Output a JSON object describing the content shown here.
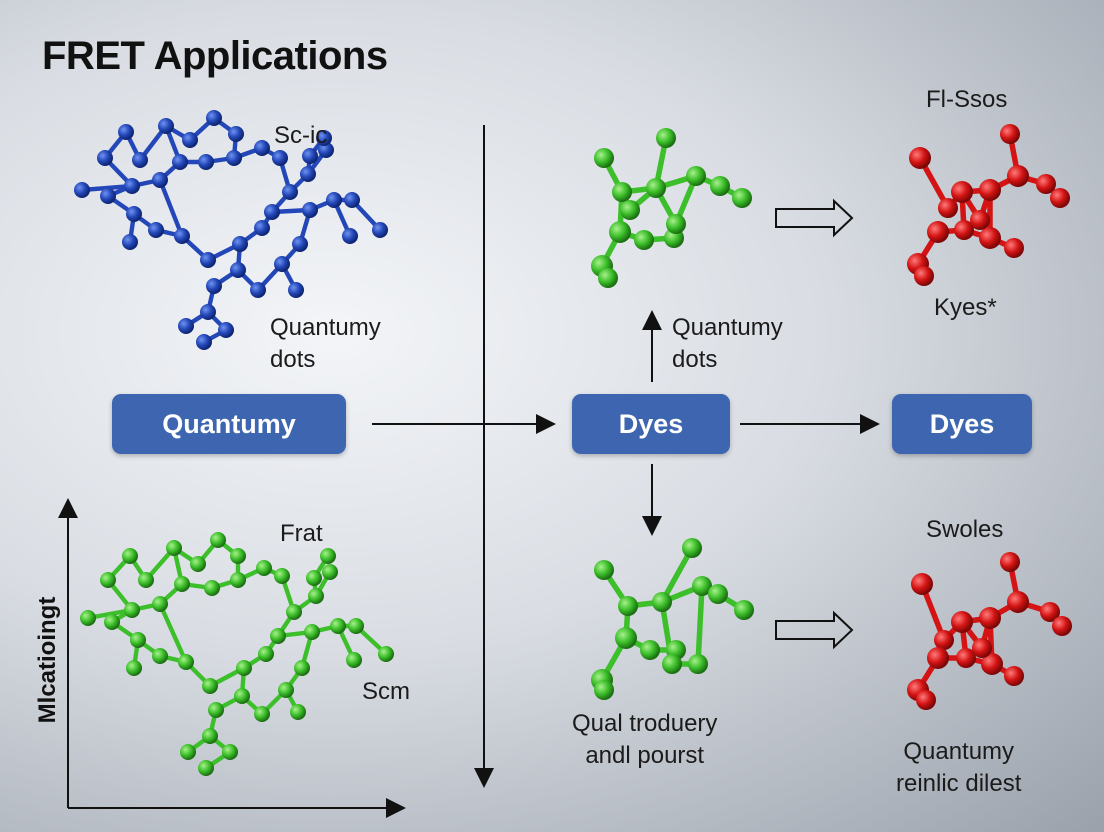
{
  "title": "FRET Applications",
  "labels": {
    "top_left_mol": "Sc-ic",
    "top_left_caption": "Quantumy\ndots",
    "center_caption": "Quantumy\ndots",
    "top_right_title": "Fl-Ssos",
    "top_right_caption": "Kyes*",
    "bottom_left_mol": "Frat",
    "bottom_left_side": "Scm",
    "bottom_center_caption": "Qual troduery\nandl pourst",
    "bottom_right_title": "Swoles",
    "bottom_right_caption": "Quantumy\nreinlic dilest",
    "y_axis": "Mlcatioingt"
  },
  "boxes": {
    "left": "Quantumy",
    "center": "Dyes",
    "right": "Dyes"
  },
  "colors": {
    "blue_molecule": "#2347b8",
    "green_molecule": "#3cbf2a",
    "red_molecule": "#d41414",
    "box_fill": "#3e66b0"
  }
}
